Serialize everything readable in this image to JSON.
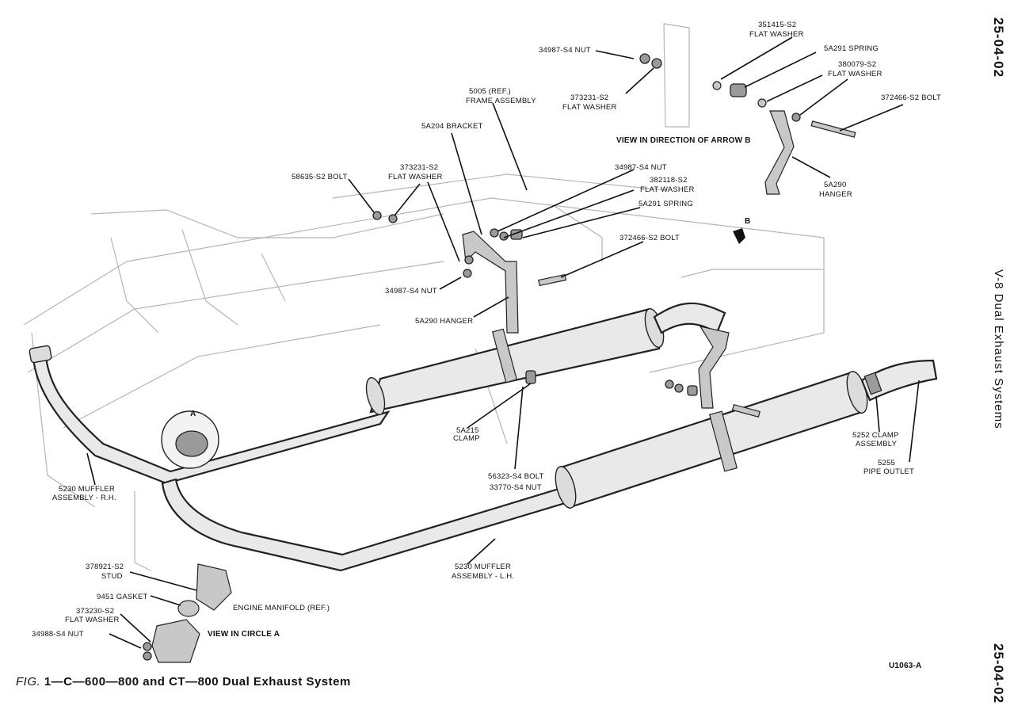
{
  "page_number_top": "25-04-02",
  "page_number_bottom": "25-04-02",
  "section_title": "V-8 Dual Exhaust Systems",
  "figure": {
    "prefix": "FIG.",
    "caption": "1—C—600—800 and CT—800 Dual Exhaust System",
    "id_code": "U1063-A"
  },
  "views": {
    "arrow_b": "VIEW IN DIRECTION OF ARROW B",
    "arrow_b_marker": "B",
    "circle_a": "VIEW IN CIRCLE A",
    "circle_a_marker": "A"
  },
  "labels": {
    "nut_34987_top": "34987-S4 NUT",
    "washer_351415_1": "351415-S2",
    "washer_351415_2": "FLAT WASHER",
    "spring_top": "5A291 SPRING",
    "washer_380079_1": "380079-S2",
    "washer_380079_2": "FLAT WASHER",
    "washer_373231_top_1": "373231-S2",
    "washer_373231_top_2": "FLAT WASHER",
    "bolt_372466_top": "372466-S2 BOLT",
    "hanger_top_1": "5A290",
    "hanger_top_2": "HANGER",
    "frame_1": "5005 (REF.)",
    "frame_2": "FRAME ASSEMBLY",
    "bracket": "5A204 BRACKET",
    "washer_373231_mid_1": "373231-S2",
    "washer_373231_mid_2": "FLAT WASHER",
    "bolt_58635": "58635-S2 BOLT",
    "nut_34987_mid": "34987-S4 NUT",
    "washer_382118_1": "382118-S2",
    "washer_382118_2": "FLAT WASHER",
    "spring_mid": "5A291 SPRING",
    "bolt_372466_mid": "372466-S2 BOLT",
    "nut_34987_left": "34987-S4 NUT",
    "hanger_mid": "5A290 HANGER",
    "clamp_5a215_1": "5A215",
    "clamp_5a215_2": "CLAMP",
    "bolt_56323": "56323-S4 BOLT",
    "nut_33770": "33770-S4 NUT",
    "clamp_5252_1": "5252 CLAMP",
    "clamp_5252_2": "ASSEMBLY",
    "outlet_1": "5255",
    "outlet_2": "PIPE OUTLET",
    "muffler_rh_1": "5230 MUFFLER",
    "muffler_rh_2": "ASSEMBLY - R.H.",
    "muffler_lh_1": "5230 MUFFLER",
    "muffler_lh_2": "ASSEMBLY - L.H.",
    "stud_1": "378921-S2",
    "stud_2": "STUD",
    "gasket": "9451 GASKET",
    "washer_373230_1": "373230-S2",
    "washer_373230_2": "FLAT WASHER",
    "nut_34988": "34988-S4 NUT",
    "manifold": "ENGINE MANIFOLD (REF.)"
  }
}
